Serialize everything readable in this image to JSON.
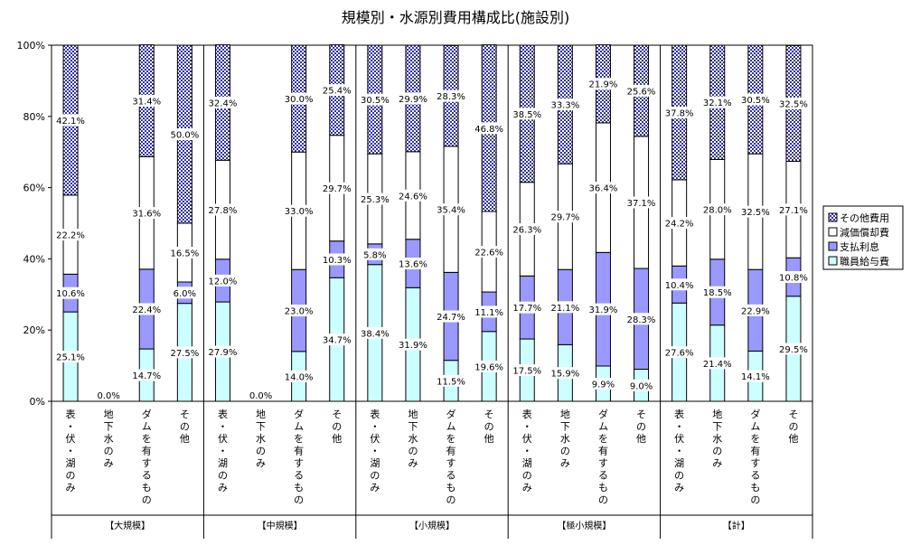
{
  "chart_data": {
    "type": "bar",
    "stacked": true,
    "normalized": true,
    "title": "規模別・水源別費用構成比(施設別)",
    "ylim": [
      0,
      100
    ],
    "yticks": [
      "0%",
      "20%",
      "40%",
      "60%",
      "80%",
      "100%"
    ],
    "grid": false,
    "legend_position": "right",
    "series": [
      {
        "name": "職員給与費",
        "color": "#ccffff",
        "pattern": "none"
      },
      {
        "name": "支払利息",
        "color": "#9999ff",
        "pattern": "none"
      },
      {
        "name": "減価償却費",
        "color": "#ffffff",
        "pattern": "none"
      },
      {
        "name": "その他費用",
        "color": "#333399",
        "pattern": "dots"
      }
    ],
    "legend_order": [
      "その他費用",
      "減価償却費",
      "支払利息",
      "職員給与費"
    ],
    "groups": [
      {
        "label": "【大規模】",
        "categories": [
          {
            "label": "表・伏・湖のみ",
            "values": [
              25.1,
              10.6,
              22.2,
              42.1
            ],
            "labels": [
              "25.1%",
              "10.6%",
              "22.2%",
              "42.1%"
            ]
          },
          {
            "label": "地下水のみ",
            "values": [
              0,
              0,
              0,
              0
            ],
            "labels": [
              "0.0%"
            ]
          },
          {
            "label": "ダムを有するもの",
            "values": [
              14.7,
              22.4,
              31.6,
              31.4
            ],
            "labels": [
              "14.7%",
              "22.4%",
              "31.6%",
              "31.4%"
            ]
          },
          {
            "label": "その他",
            "values": [
              27.5,
              6.0,
              16.5,
              50.0
            ],
            "labels": [
              "27.5%",
              "6.0%",
              "16.5%",
              "50.0%"
            ]
          }
        ]
      },
      {
        "label": "【中規模】",
        "categories": [
          {
            "label": "表・伏・湖のみ",
            "values": [
              27.9,
              12.0,
              27.8,
              32.4
            ],
            "labels": [
              "27.9%",
              "12.0%",
              "27.8%",
              "32.4%"
            ]
          },
          {
            "label": "地下水のみ",
            "values": [
              0,
              0,
              0,
              0
            ],
            "labels": [
              "0.0%"
            ]
          },
          {
            "label": "ダムを有するもの",
            "values": [
              14.0,
              23.0,
              33.0,
              30.0
            ],
            "labels": [
              "14.0%",
              "23.0%",
              "33.0%",
              "30.0%"
            ]
          },
          {
            "label": "その他",
            "values": [
              34.7,
              10.3,
              29.7,
              25.4
            ],
            "labels": [
              "34.7%",
              "10.3%",
              "29.7%",
              "25.4%"
            ]
          }
        ]
      },
      {
        "label": "【小規模】",
        "categories": [
          {
            "label": "表・伏・湖のみ",
            "values": [
              38.4,
              5.8,
              25.3,
              30.5
            ],
            "labels": [
              "38.4%",
              "5.8%",
              "25.3%",
              "30.5%"
            ]
          },
          {
            "label": "地下水のみ",
            "values": [
              31.9,
              13.6,
              24.6,
              29.9
            ],
            "labels": [
              "31.9%",
              "13.6%",
              "24.6%",
              "29.9%"
            ]
          },
          {
            "label": "ダムを有するもの",
            "values": [
              11.5,
              24.7,
              35.4,
              28.3
            ],
            "labels": [
              "11.5%",
              "24.7%",
              "35.4%",
              "28.3%"
            ]
          },
          {
            "label": "その他",
            "values": [
              19.6,
              11.1,
              22.6,
              46.8
            ],
            "labels": [
              "19.6%",
              "11.1%",
              "22.6%",
              "46.8%"
            ]
          }
        ]
      },
      {
        "label": "【極小規模】",
        "categories": [
          {
            "label": "表・伏・湖のみ",
            "values": [
              17.5,
              17.7,
              26.3,
              38.5
            ],
            "labels": [
              "17.5%",
              "17.7%",
              "26.3%",
              "38.5%"
            ]
          },
          {
            "label": "地下水のみ",
            "values": [
              15.9,
              21.1,
              29.7,
              33.3
            ],
            "labels": [
              "15.9%",
              "21.1%",
              "29.7%",
              "33.3%"
            ]
          },
          {
            "label": "ダムを有するもの",
            "values": [
              9.9,
              31.9,
              36.4,
              21.9
            ],
            "labels": [
              "9.9%",
              "31.9%",
              "36.4%",
              "21.9%"
            ]
          },
          {
            "label": "その他",
            "values": [
              9.0,
              28.3,
              37.1,
              25.6
            ],
            "labels": [
              "9.0%",
              "28.3%",
              "37.1%",
              "25.6%"
            ]
          }
        ]
      },
      {
        "label": "【計】",
        "categories": [
          {
            "label": "表・伏・湖のみ",
            "values": [
              27.6,
              10.4,
              24.2,
              37.8
            ],
            "labels": [
              "27.6%",
              "10.4%",
              "24.2%",
              "37.8%"
            ]
          },
          {
            "label": "地下水のみ",
            "values": [
              21.4,
              18.5,
              28.0,
              32.1
            ],
            "labels": [
              "21.4%",
              "18.5%",
              "28.0%",
              "32.1%"
            ]
          },
          {
            "label": "ダムを有するもの",
            "values": [
              14.1,
              22.9,
              32.5,
              30.5
            ],
            "labels": [
              "14.1%",
              "22.9%",
              "32.5%",
              "30.5%"
            ]
          },
          {
            "label": "その他",
            "values": [
              29.5,
              10.8,
              27.1,
              32.5
            ],
            "labels": [
              "29.5%",
              "10.8%",
              "27.1%",
              "32.5%"
            ]
          }
        ]
      }
    ]
  }
}
